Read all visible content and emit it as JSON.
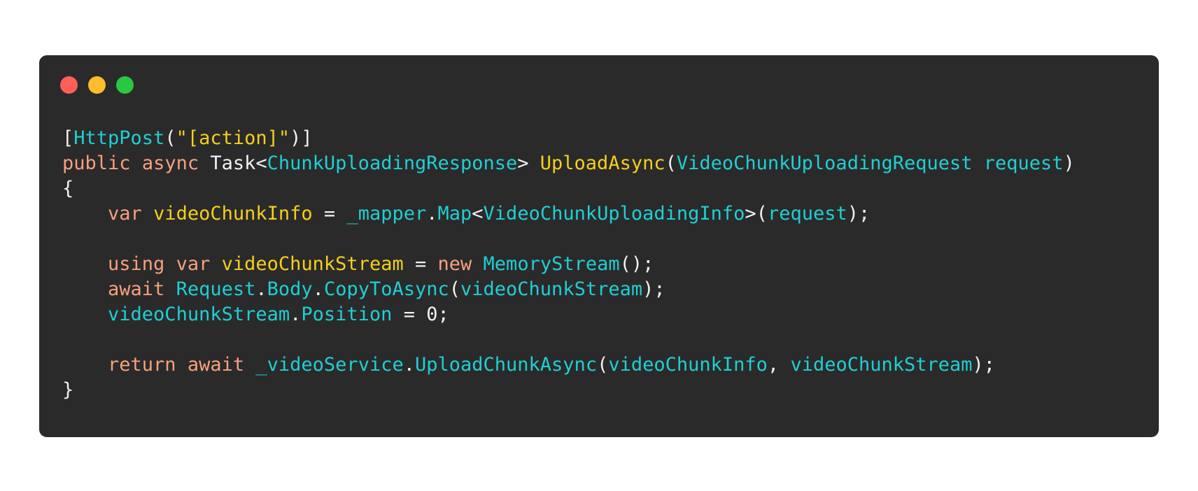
{
  "window": {
    "controls": [
      {
        "name": "close-button",
        "color": "#ff5f57"
      },
      {
        "name": "minimize-button",
        "color": "#febc2e"
      },
      {
        "name": "zoom-button",
        "color": "#28c840"
      }
    ]
  },
  "theme": {
    "background": "#2a2a2a",
    "plain": "#f1f1f1",
    "keyword": "#f7a07c",
    "type": "#1fcfd4",
    "name": "#f5cf1b",
    "string": "#f5cf1b",
    "number": "#f1f1f1"
  },
  "code": {
    "language": "C#",
    "lines": [
      [
        [
          "p",
          "["
        ],
        [
          "t",
          "HttpPost"
        ],
        [
          "p",
          "("
        ],
        [
          "s",
          "\"[action]\""
        ],
        [
          "p",
          ")]"
        ]
      ],
      [
        [
          "k",
          "public"
        ],
        [
          "p",
          " "
        ],
        [
          "k",
          "async"
        ],
        [
          "p",
          " Task<"
        ],
        [
          "t",
          "ChunkUploadingResponse"
        ],
        [
          "p",
          "> "
        ],
        [
          "n",
          "UploadAsync"
        ],
        [
          "p",
          "("
        ],
        [
          "t",
          "VideoChunkUploadingRequest"
        ],
        [
          "p",
          " "
        ],
        [
          "t",
          "request"
        ],
        [
          "p",
          ")"
        ]
      ],
      [
        [
          "p",
          "{"
        ]
      ],
      [
        [
          "p",
          "    "
        ],
        [
          "k",
          "var"
        ],
        [
          "p",
          " "
        ],
        [
          "n",
          "videoChunkInfo"
        ],
        [
          "p",
          " = "
        ],
        [
          "t",
          "_mapper"
        ],
        [
          "p",
          "."
        ],
        [
          "t",
          "Map"
        ],
        [
          "p",
          "<"
        ],
        [
          "t",
          "VideoChunkUploadingInfo"
        ],
        [
          "p",
          ">("
        ],
        [
          "t",
          "request"
        ],
        [
          "p",
          ");"
        ]
      ],
      [],
      [
        [
          "p",
          "    "
        ],
        [
          "k",
          "using"
        ],
        [
          "p",
          " "
        ],
        [
          "k",
          "var"
        ],
        [
          "p",
          " "
        ],
        [
          "n",
          "videoChunkStream"
        ],
        [
          "p",
          " = "
        ],
        [
          "k",
          "new"
        ],
        [
          "p",
          " "
        ],
        [
          "t",
          "MemoryStream"
        ],
        [
          "p",
          "();"
        ]
      ],
      [
        [
          "p",
          "    "
        ],
        [
          "k",
          "await"
        ],
        [
          "p",
          " "
        ],
        [
          "t",
          "Request"
        ],
        [
          "p",
          "."
        ],
        [
          "t",
          "Body"
        ],
        [
          "p",
          "."
        ],
        [
          "t",
          "CopyToAsync"
        ],
        [
          "p",
          "("
        ],
        [
          "t",
          "videoChunkStream"
        ],
        [
          "p",
          ");"
        ]
      ],
      [
        [
          "p",
          "    "
        ],
        [
          "t",
          "videoChunkStream"
        ],
        [
          "p",
          "."
        ],
        [
          "t",
          "Position"
        ],
        [
          "p",
          " = "
        ],
        [
          "d",
          "0"
        ],
        [
          "p",
          ";"
        ]
      ],
      [],
      [
        [
          "p",
          "    "
        ],
        [
          "k",
          "return"
        ],
        [
          "p",
          " "
        ],
        [
          "k",
          "await"
        ],
        [
          "p",
          " "
        ],
        [
          "t",
          "_videoService"
        ],
        [
          "p",
          "."
        ],
        [
          "t",
          "UploadChunkAsync"
        ],
        [
          "p",
          "("
        ],
        [
          "t",
          "videoChunkInfo"
        ],
        [
          "p",
          ", "
        ],
        [
          "t",
          "videoChunkStream"
        ],
        [
          "p",
          ");"
        ]
      ],
      [
        [
          "p",
          "}"
        ]
      ]
    ]
  }
}
